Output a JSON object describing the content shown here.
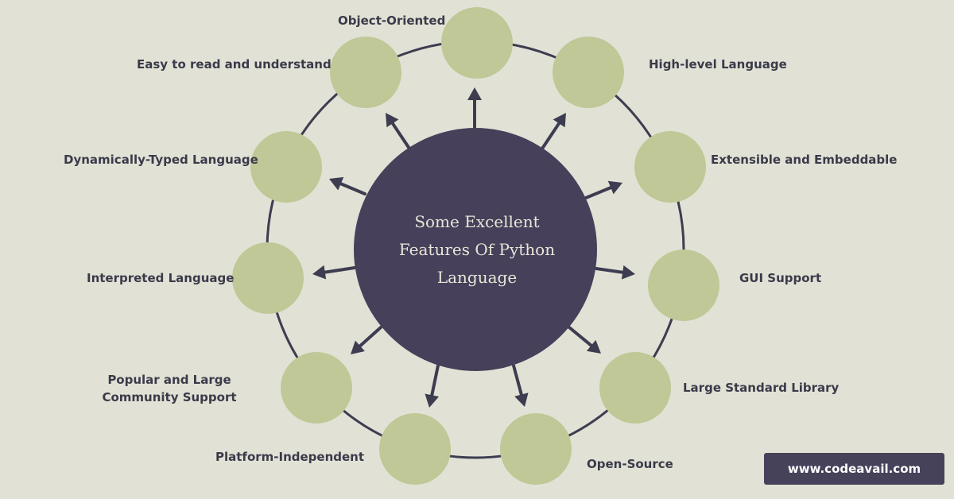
{
  "colors": {
    "background": "#e1e2d5",
    "node_fill": "#bfc896",
    "center_fill": "#46405a",
    "ring_stroke": "#3e3c50",
    "arrow": "#3e3c50",
    "label_text": "#3b3a4a",
    "center_text": "#e9e5d8",
    "badge_fill": "#46425a"
  },
  "center": {
    "title_lines": [
      "Some Excellent",
      "Features Of Python",
      "Language"
    ]
  },
  "features": [
    {
      "id": "object-oriented",
      "label": "Object-Oriented"
    },
    {
      "id": "high-level-language",
      "label": "High-level Language"
    },
    {
      "id": "extensible-and-embeddable",
      "label": "Extensible and Embeddable"
    },
    {
      "id": "gui-support",
      "label": "GUI Support"
    },
    {
      "id": "large-standard-library",
      "label": "Large Standard Library"
    },
    {
      "id": "open-source",
      "label": "Open-Source"
    },
    {
      "id": "platform-independent",
      "label": "Platform-Independent"
    },
    {
      "id": "community-support",
      "label": "Popular and Large Community Support"
    },
    {
      "id": "interpreted-language",
      "label": "Interpreted Language"
    },
    {
      "id": "dynamically-typed-language",
      "label": "Dynamically-Typed Language"
    },
    {
      "id": "easy-to-read",
      "label": "Easy to read and understand"
    }
  ],
  "footer": {
    "website": "www.codeavail.com"
  }
}
